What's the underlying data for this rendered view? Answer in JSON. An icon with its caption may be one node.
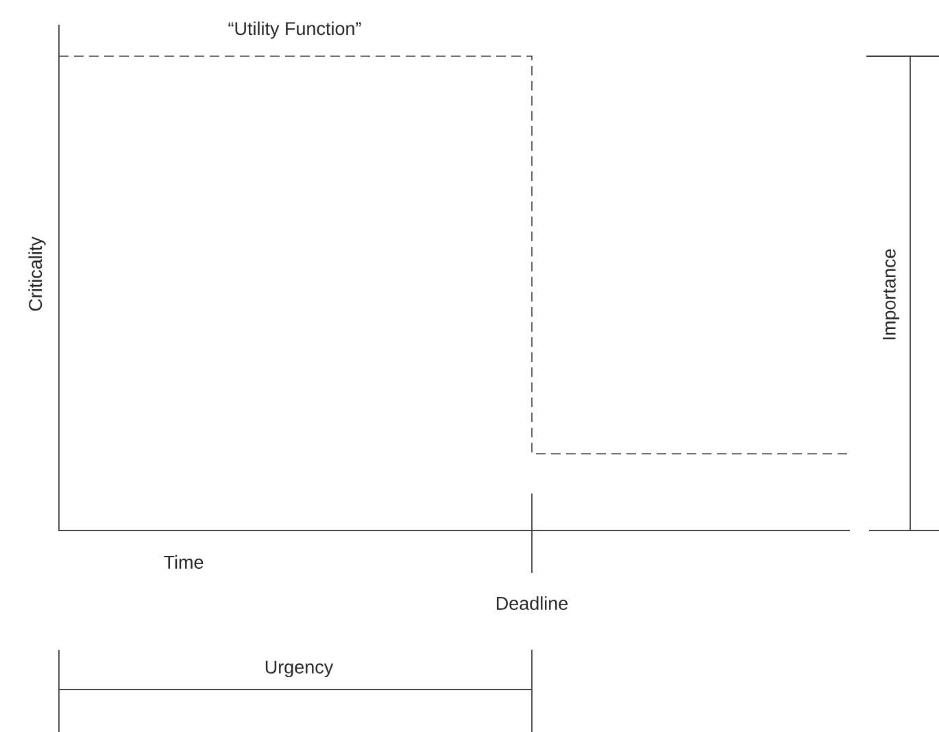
{
  "diagram": {
    "labels": [
      "“Utility Function”",
      "Criticality",
      "Importance",
      "Time",
      "Deadline",
      "Urgency"
    ]
  }
}
